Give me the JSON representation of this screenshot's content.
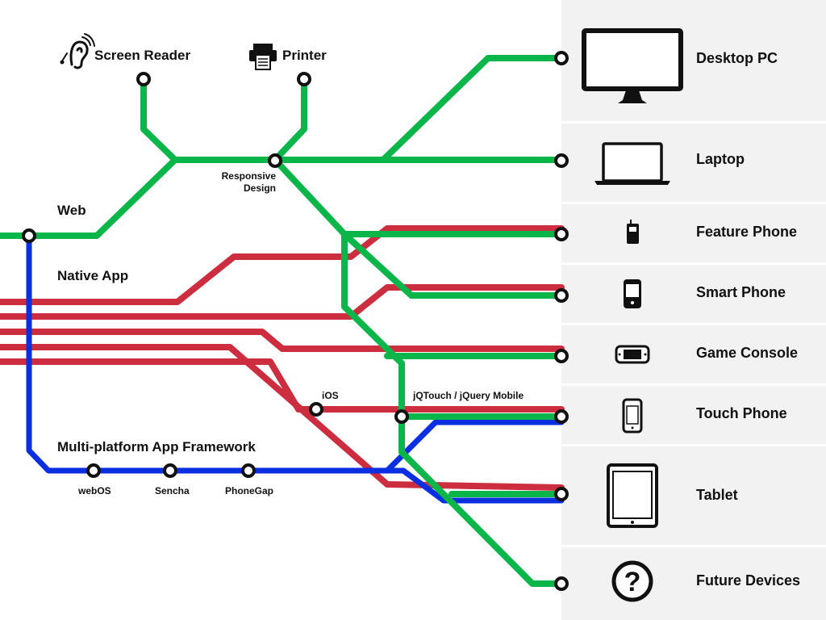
{
  "categories": {
    "web": "Web",
    "native": "Native App",
    "framework": "Multi-platform App Framework"
  },
  "top_devices": {
    "screen_reader": "Screen Reader",
    "printer": "Printer"
  },
  "stations": {
    "responsive_line1": "Responsive",
    "responsive_line2": "Design",
    "ios": "iOS",
    "jqtouch": "jQTouch / jQuery Mobile",
    "webos": "webOS",
    "sencha": "Sencha",
    "phonegap": "PhoneGap"
  },
  "devices": [
    {
      "label": "Desktop PC",
      "icon": "desktop-pc-icon"
    },
    {
      "label": "Laptop",
      "icon": "laptop-icon"
    },
    {
      "label": "Feature Phone",
      "icon": "feature-phone-icon"
    },
    {
      "label": "Smart Phone",
      "icon": "smart-phone-icon"
    },
    {
      "label": "Game Console",
      "icon": "game-console-icon"
    },
    {
      "label": "Touch Phone",
      "icon": "touch-phone-icon"
    },
    {
      "label": "Tablet",
      "icon": "tablet-icon"
    },
    {
      "label": "Future Devices",
      "icon": "question-mark-icon"
    }
  ],
  "colors": {
    "web": "#0ab54a",
    "native": "#cc2e3f",
    "framework": "#0a2fe0",
    "panel": "#f2f2f2"
  }
}
